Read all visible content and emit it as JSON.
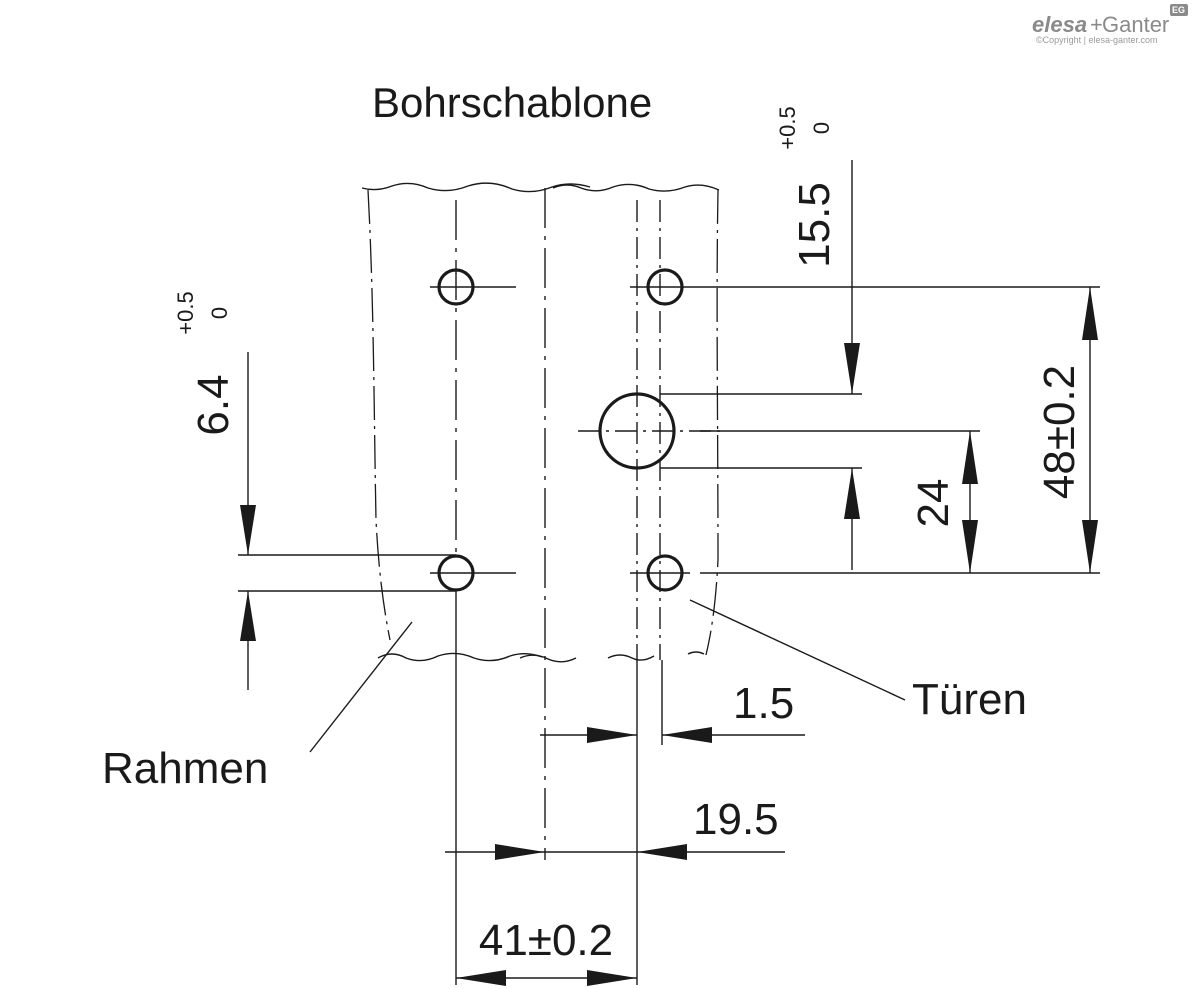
{
  "title": "Bohrschablone",
  "labels": {
    "frame": "Rahmen",
    "doors": "Türen"
  },
  "dimensions": {
    "hole_offset": {
      "value": "15.5",
      "tol_upper": "+0.5",
      "tol_lower": "0"
    },
    "frame_hole": {
      "value": "6.4",
      "tol_upper": "+0.5",
      "tol_lower": "0"
    },
    "vertical_spacing": "48±0.2",
    "half_spacing": "24",
    "gap": "1.5",
    "door_offset": "19.5",
    "horizontal_spacing": "41±0.2"
  },
  "logo": {
    "brand_a": "elesa",
    "plus": "+",
    "brand_b": "Ganter",
    "badge": "EG",
    "copyright": "©Copyright | elesa-ganter.com"
  }
}
